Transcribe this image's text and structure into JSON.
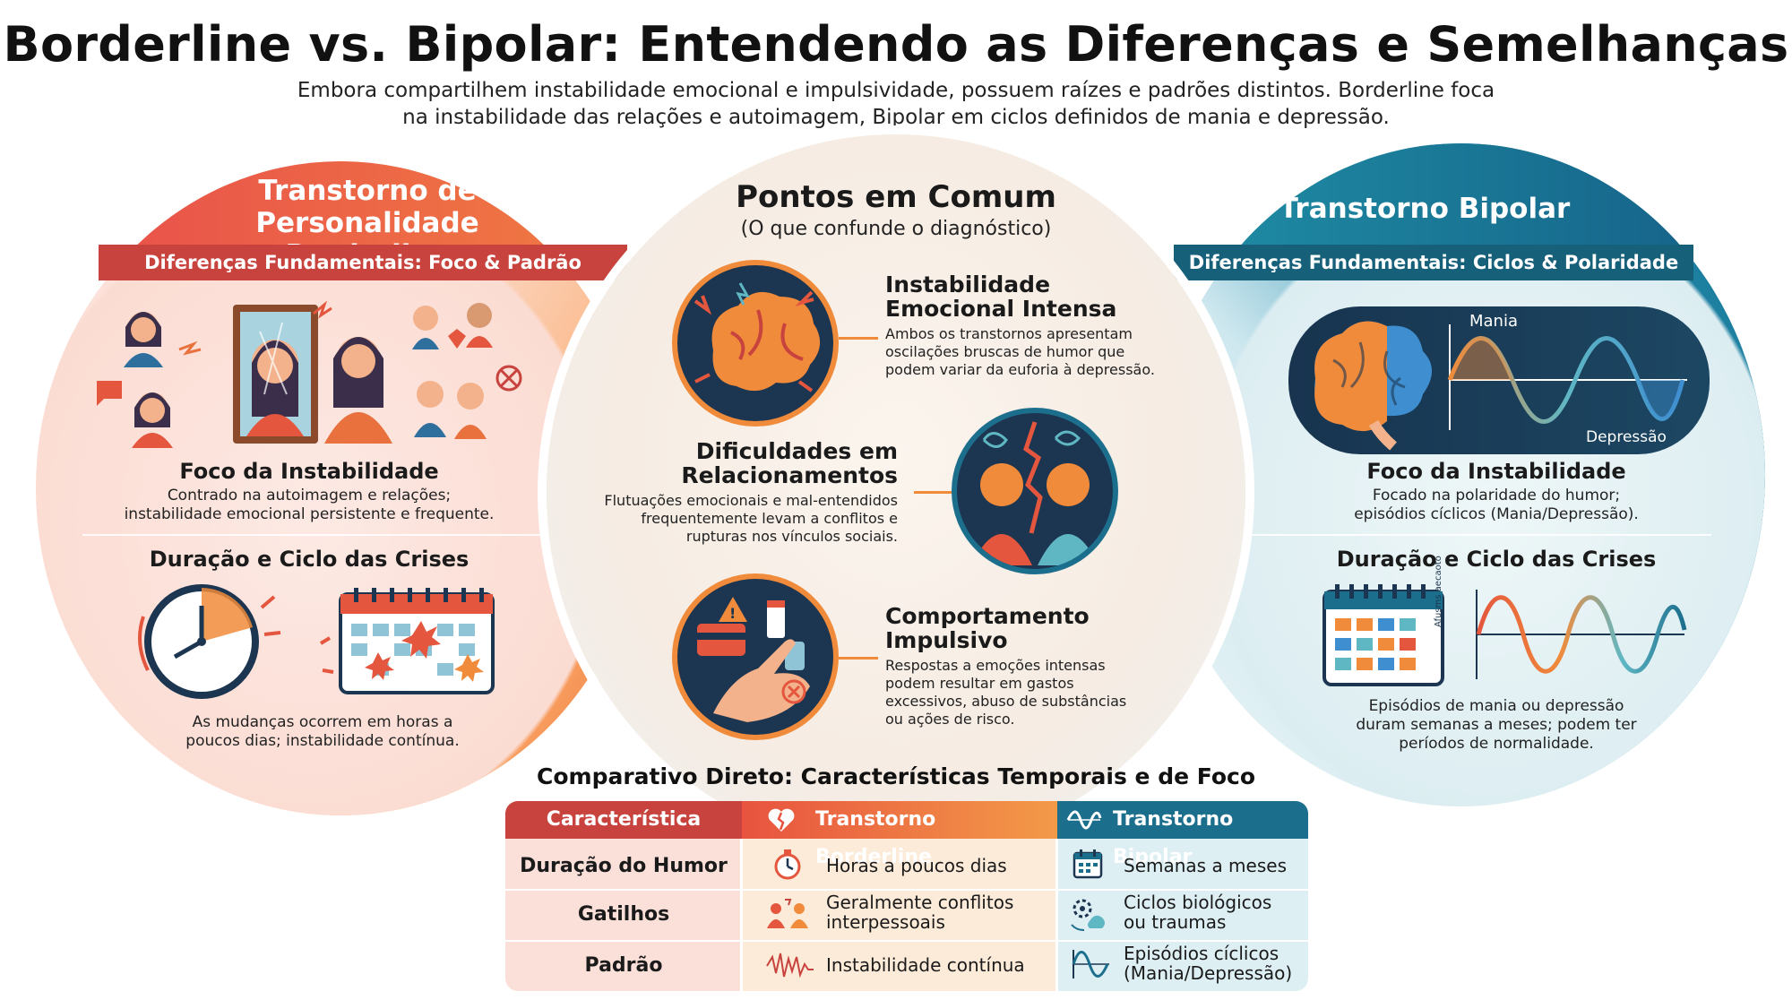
{
  "header": {
    "title": "Borderline vs. Bipolar: Entendendo as Diferenças e Semelhanças",
    "subtitle_line1": "Embora compartilhem instabilidade emocional e impulsividade, possuem raízes e padrões distintos. Borderline foca",
    "subtitle_line2": "na instabilidade das relações e autoimagem, Bipolar em ciclos definidos de mania e depressão."
  },
  "borderline": {
    "title_line1": "Transtorno de",
    "title_line2": "Personalidade Borderline",
    "band": "Diferenças Fundamentais: Foco & Padrão",
    "focus_title": "Foco da Instabilidade",
    "focus_line1": "Contrado na autoimagem e relações;",
    "focus_line2": "instabilidade emocional persistente e frequente.",
    "duration_title": "Duração e Ciclo das Crises",
    "duration_line1": "As mudanças ocorrem em horas a",
    "duration_line2": "poucos dias; instabilidade contínua."
  },
  "bipolar": {
    "title": "Transtorno Bipolar",
    "band": "Diferenças Fundamentais: Ciclos & Polaridade",
    "mania_label": "Mania",
    "depression_label": "Depressão",
    "focus_title": "Foco da Instabilidade",
    "focus_line1": "Focado na polaridade do humor;",
    "focus_line2": "episódios cíclicos (Mania/Depressão).",
    "duration_title": "Duração e Ciclo das Crises",
    "axis_label": "Afusms aecaoto",
    "duration_line1": "Episódios de mania ou depressão",
    "duration_line2": "duram semanas a meses; podem ter",
    "duration_line3": "períodos de normalidade."
  },
  "common": {
    "title": "Pontos em Comum",
    "subtitle": "(O que confunde o diagnóstico)",
    "items": [
      {
        "title_line1": "Instabilidade",
        "title_line2": "Emocional Intensa",
        "text_line1": "Ambos os transtornos apresentam",
        "text_line2": "oscilações bruscas de humor que",
        "text_line3": "podem variar da euforia à depressão."
      },
      {
        "title_line1": "Dificuldades em",
        "title_line2": "Relacionamentos",
        "text_line1": "Flutuações emocionais e mal-entendidos",
        "text_line2": "frequentemente levam a conflitos e",
        "text_line3": "rupturas nos vínculos sociais."
      },
      {
        "title_line1": "Comportamento",
        "title_line2": "Impulsivo",
        "text_line1": "Respostas a emoções intensas",
        "text_line2": "podem resultar em gastos",
        "text_line3": "excessivos, abuso de substâncias",
        "text_line4": "ou ações de risco."
      }
    ]
  },
  "comparison": {
    "title": "Comparativo Direto: Características Temporais e de Foco",
    "headers": [
      "Característica",
      "Transtorno Borderline",
      "Transtorno Bipolar"
    ],
    "rows": [
      {
        "feature": "Duração do Humor",
        "borderline": "Horas a poucos dias",
        "bipolar": "Semanas a meses"
      },
      {
        "feature": "Gatilhos",
        "borderline_line1": "Geralmente conflitos",
        "borderline_line2": "interpessoais",
        "bipolar_line1": "Ciclos biológicos",
        "bipolar_line2": "ou traumas"
      },
      {
        "feature": "Padrão",
        "borderline": "Instabilidade contínua",
        "bipolar_line1": "Episódios cíclicos",
        "bipolar_line2": "(Mania/Depressão)"
      }
    ]
  },
  "colors": {
    "borderline_red": "#c8433d",
    "borderline_orange": "#f08b3b",
    "bipolar_teal": "#1c6e8d",
    "navy": "#1c3550"
  }
}
